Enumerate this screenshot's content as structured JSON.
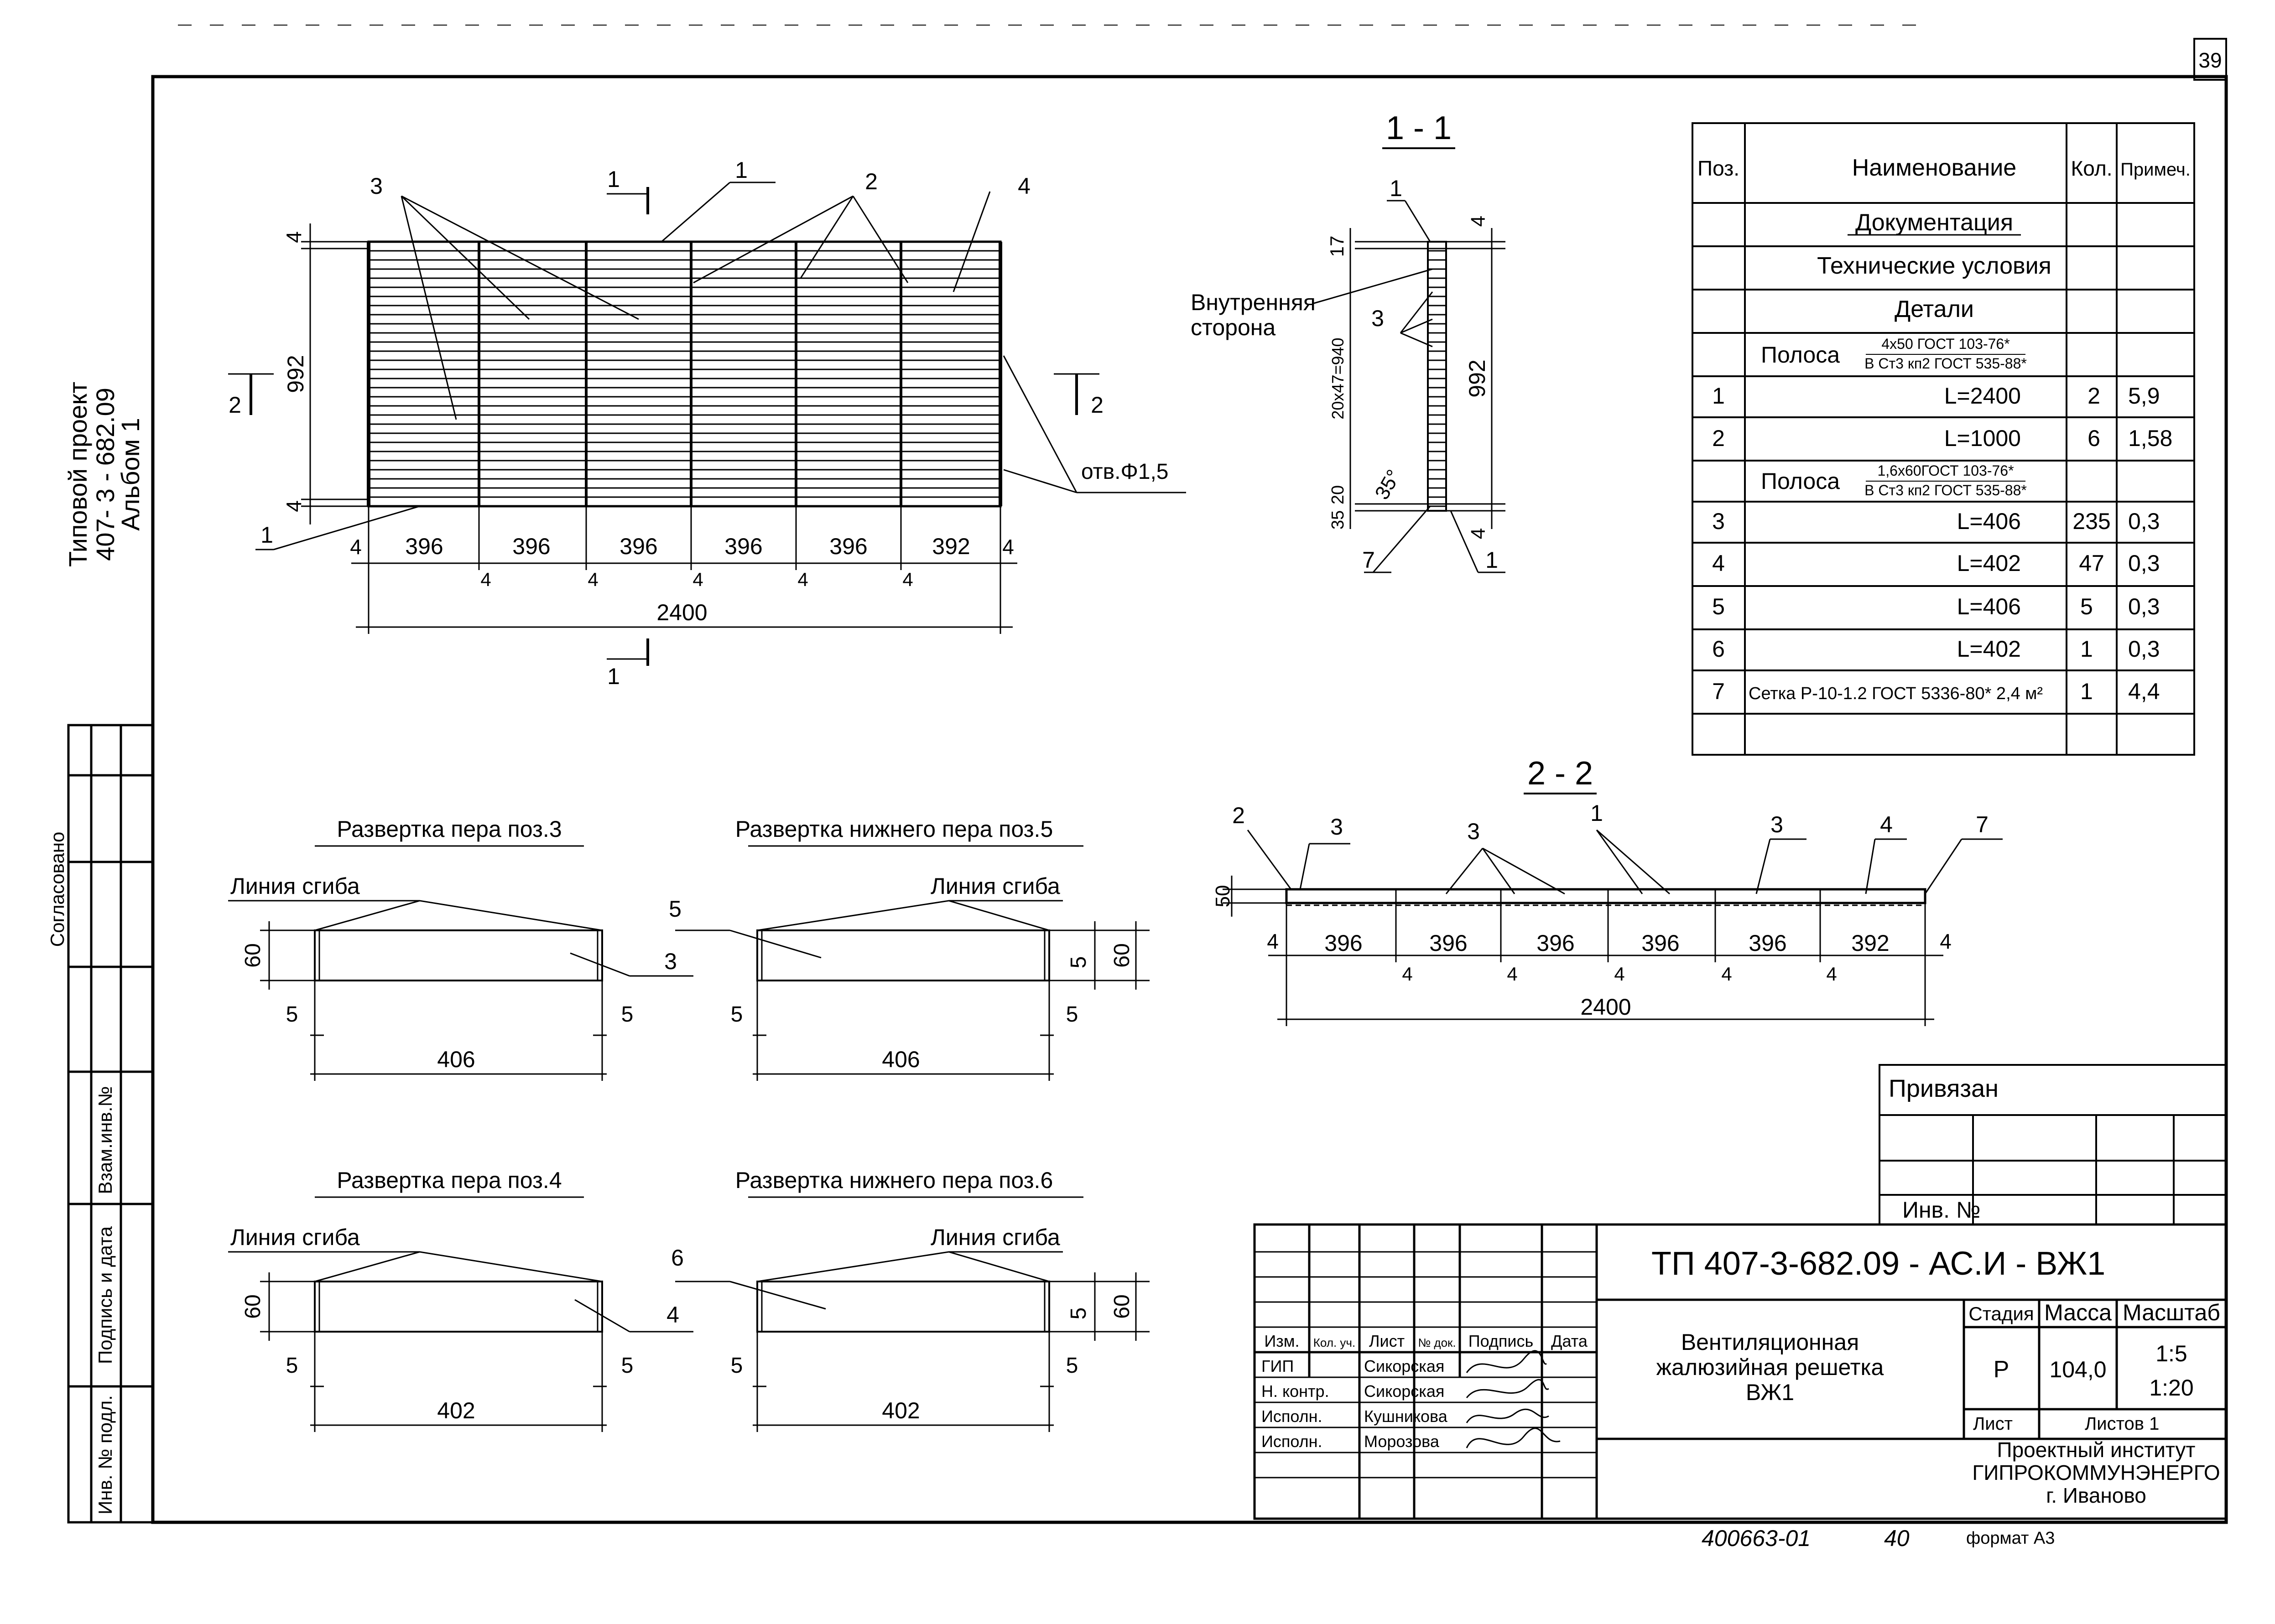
{
  "page_number": "39",
  "side_title": [
    "Типовой проект",
    "407- 3 - 682.09",
    "Альбом 1"
  ],
  "side_stamp": {
    "agreed": "Согласовано",
    "exchange_inv": "Взам.инв.№",
    "sign_date": "Подпись и дата",
    "inv_no_orig": "Инв. № подл."
  },
  "view_main": {
    "section_1_mark": "1",
    "section_2_mark": "2",
    "callouts": [
      "3",
      "1",
      "2",
      "4",
      "1"
    ],
    "dim_top": "4",
    "dim_bottom": "4",
    "dim_height": "992",
    "hole_label": "отв.Φ1,5",
    "dims_segments": [
      "4",
      "396",
      "396",
      "396",
      "396",
      "396",
      "392",
      "4"
    ],
    "dims_small": [
      "4",
      "4",
      "4",
      "4",
      "4"
    ],
    "dim_total": "2400"
  },
  "section_1_1": {
    "title": "1 - 1",
    "inner_side": [
      "Внутренняя",
      "сторона"
    ],
    "dim_17": "17",
    "dim_20x47": "20x47=940",
    "dim_20": "20",
    "dim_35": "35",
    "angle": "35°",
    "dim_4_top": "4",
    "dim_4_bot": "4",
    "dim_992": "992",
    "call_1_top": "1",
    "call_3": "3",
    "call_7": "7",
    "call_1_bot": "1"
  },
  "spec_table": {
    "headers": [
      "Поз.",
      "Наименование",
      "Кол.",
      "Примеч."
    ],
    "section_doc": "Документация",
    "tech_cond": "Технические условия",
    "details": "Детали",
    "strip1_label": "Полоса",
    "strip1_num": "4x50 ГОСТ 103-76*",
    "strip1_den": "В Ст3 кп2 ГОСТ 535-88*",
    "strip2_label": "Полоса",
    "strip2_num": "1,6x60ГОСТ 103-76*",
    "strip2_den": "В Ст3 кп2 ГОСТ 535-88*",
    "rows": [
      {
        "pos": "1",
        "name": "L=2400",
        "qty": "2",
        "note": "5,9"
      },
      {
        "pos": "2",
        "name": "L=1000",
        "qty": "6",
        "note": "1,58"
      },
      {
        "pos": "3",
        "name": "L=406",
        "qty": "235",
        "note": "0,3"
      },
      {
        "pos": "4",
        "name": "L=402",
        "qty": "47",
        "note": "0,3"
      },
      {
        "pos": "5",
        "name": "L=406",
        "qty": "5",
        "note": "0,3"
      },
      {
        "pos": "6",
        "name": "L=402",
        "qty": "1",
        "note": "0,3"
      },
      {
        "pos": "7",
        "name": "Сетка Р-10-1.2 ГОСТ 5336-80* 2,4 м²",
        "qty": "1",
        "note": "4,4"
      }
    ]
  },
  "section_2_2": {
    "title": "2 - 2",
    "callouts": [
      "2",
      "3",
      "3",
      "1",
      "3",
      "4",
      "7"
    ],
    "dim_50": "50",
    "dims_segments": [
      "4",
      "396",
      "396",
      "396",
      "396",
      "396",
      "392",
      "4"
    ],
    "dims_small": [
      "4",
      "4",
      "4",
      "4",
      "4"
    ],
    "dim_total": "2400"
  },
  "developments": [
    {
      "title": "Развертка пера поз.3",
      "bend": "Линия сгиба",
      "call": "3",
      "h": "60",
      "a": "5",
      "b": "5",
      "len": "406"
    },
    {
      "title": "Развертка нижнего пера поз.5",
      "bend": "Линия сгиба",
      "call": "5",
      "h1": "5",
      "h": "60",
      "a": "5",
      "b": "5",
      "len": "406"
    },
    {
      "title": "Развертка пера поз.4",
      "bend": "Линия сгиба",
      "call": "4",
      "h": "60",
      "a": "5",
      "b": "5",
      "len": "402"
    },
    {
      "title": "Развертка нижнего пера поз.6",
      "bend": "Линия сгиба",
      "call": "6",
      "h1": "5",
      "h": "60",
      "a": "5",
      "b": "5",
      "len": "402"
    }
  ],
  "bound_box": {
    "title": "Привязан",
    "inv": "Инв. №"
  },
  "title_block": {
    "code": "ТП   407-3-682.09 - АС.И - ВЖ1",
    "head": [
      "Изм.",
      "Кол. уч.",
      "Лист",
      "№ док.",
      "Подпись",
      "Дата"
    ],
    "roles": [
      {
        "role": "ГИП",
        "name": "Сикорская"
      },
      {
        "role": "Н. контр.",
        "name": "Сикорская"
      },
      {
        "role": "Исполн.",
        "name": "Кушникова"
      },
      {
        "role": "Исполн.",
        "name": "Морозова"
      }
    ],
    "name_lines": [
      "Вентиляционная",
      "жалюзийная решетка",
      "ВЖ1"
    ],
    "stage_h": "Стадия",
    "mass_h": "Масса",
    "scale_h": "Масштаб",
    "stage": "Р",
    "mass": "104,0",
    "scale1": "1:5",
    "scale2": "1:20",
    "sheet": "Лист",
    "sheets": "Листов 1",
    "org": [
      "Проектный институт",
      "ГИПРОКОММУНЭНЕРГО",
      "г. Иваново"
    ]
  },
  "bottom_note": "400663-01",
  "bottom_note2": "40",
  "format": "формат А3"
}
